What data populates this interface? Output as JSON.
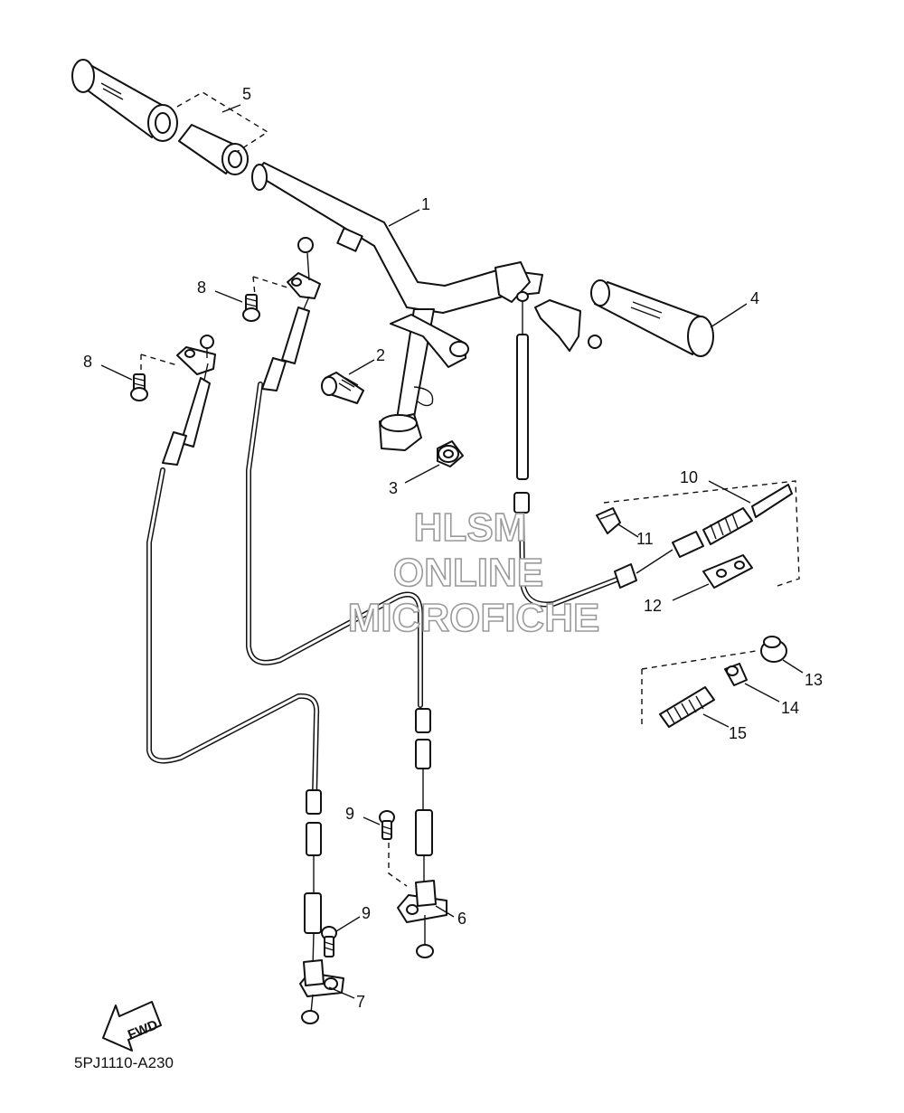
{
  "callouts": [
    "1",
    "2",
    "3",
    "4",
    "5",
    "6",
    "7",
    "8",
    "8",
    "9",
    "9",
    "10",
    "11",
    "12",
    "13",
    "14",
    "15"
  ],
  "watermark": {
    "line1": "HLSM",
    "line2": "ONLINE",
    "line3": "MICROFICHE"
  },
  "fwd_label": "FWD",
  "diagram_code": "5PJ1110-A230"
}
